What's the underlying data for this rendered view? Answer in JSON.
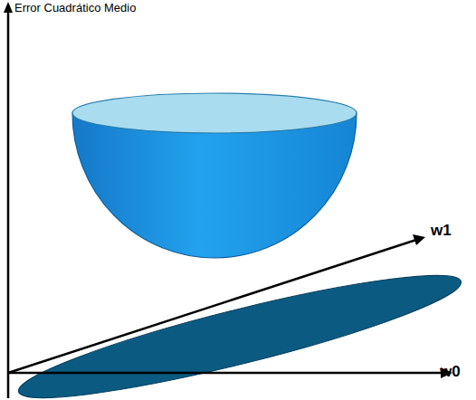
{
  "diagram": {
    "labels": [
      "Error Cuadrático Medio",
      "w1",
      "w0"
    ]
  }
}
